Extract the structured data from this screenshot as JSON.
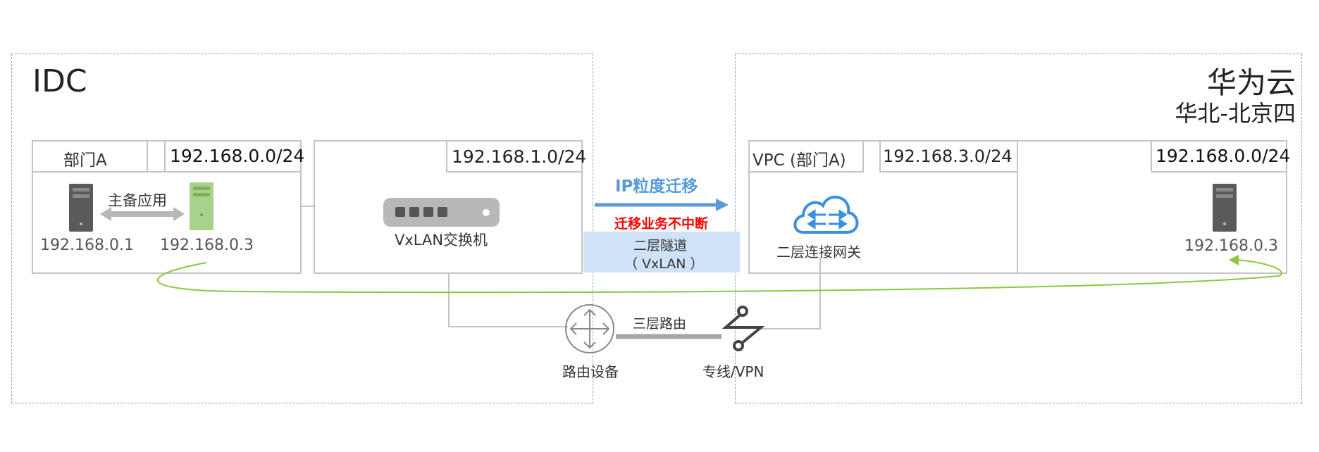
{
  "idc": {
    "title": "IDC",
    "dept": {
      "label": "部门A",
      "subnet": "192.168.0.0/24",
      "standby_label": "主备应用",
      "server1_ip": "192.168.0.1",
      "server2_ip": "192.168.0.3"
    },
    "switch_box": {
      "subnet": "192.168.1.0/24",
      "switch_label": "VxLAN交换机"
    },
    "router_label": "路由设备"
  },
  "cloud": {
    "title": "华为云",
    "region": "华北-北京四",
    "vpc_label": "VPC (部门A)",
    "vpc_subnet": "192.168.3.0/24",
    "gateway_label": "二层连接网关",
    "subnet2": "192.168.0.0/24",
    "server_ip": "192.168.0.3"
  },
  "middle": {
    "migration_label": "IP粒度迁移",
    "no_interrupt_label": "迁移业务不中断",
    "tunnel_line1": "二层隧道",
    "tunnel_line2": "（   VxLAN   ）",
    "l3_routing_label": "三层路由",
    "vpn_label": "专线/VPN"
  },
  "colors": {
    "arrow_blue": "#5a9bd5",
    "alert_red": "#ff0000",
    "tunnel_bg": "#cfe2f7",
    "green_link": "#8cc63f",
    "cloud_blue": "#3b8fe0",
    "dashed_border": "#7aa8d6"
  },
  "icons": {
    "server": "server-icon",
    "switch": "switch-icon",
    "router": "router-icon",
    "vpn": "lightning-link-icon",
    "gateway": "cloud-gateway-icon"
  }
}
